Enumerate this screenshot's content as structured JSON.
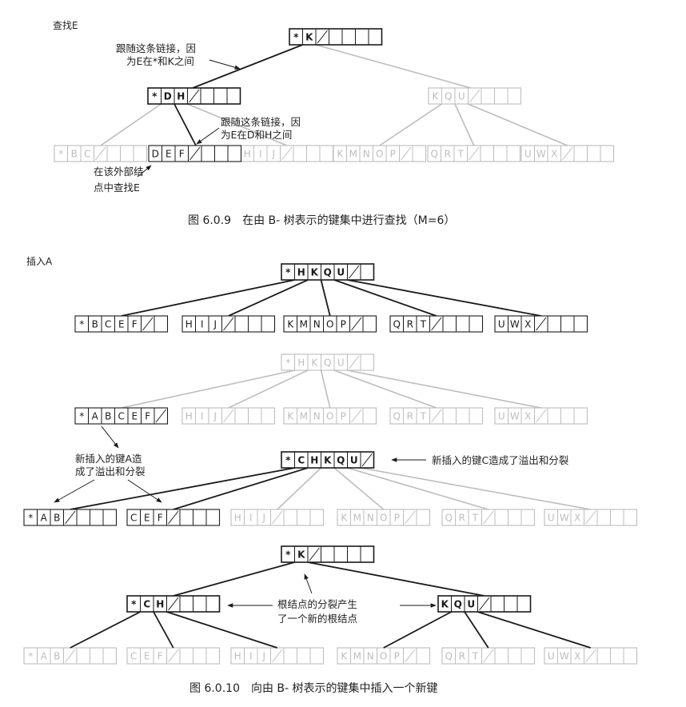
{
  "fig1": {
    "heading": "查找E",
    "caption": "图 6.0.9　在由 B- 树表示的键集中进行查找（M=6）",
    "annotations": {
      "follow_root": [
        "跟随这条链接，因",
        "为E在*和K之间"
      ],
      "follow_dh": [
        "跟随这条链接，因",
        "为E在D和H之间"
      ],
      "external": [
        "在该外部结",
        "点中查找E"
      ]
    },
    "nodes": {
      "root": {
        "keys": [
          "*",
          "K"
        ],
        "bold": true,
        "faded": false
      },
      "dh": {
        "keys": [
          "*",
          "D",
          "H"
        ],
        "bold": true,
        "faded": false
      },
      "kqu": {
        "keys": [
          "K",
          "Q",
          "U"
        ],
        "bold": false,
        "faded": true
      },
      "bc": {
        "keys": [
          "*",
          "B",
          "C"
        ],
        "bold": false,
        "faded": true
      },
      "def": {
        "keys": [
          "D",
          "E",
          "F"
        ],
        "bold": false,
        "faded": false
      },
      "hij": {
        "keys": [
          "H",
          "I",
          "J"
        ],
        "bold": false,
        "faded": true
      },
      "kmnop": {
        "keys": [
          "K",
          "M",
          "N",
          "O",
          "P"
        ],
        "bold": false,
        "faded": true
      },
      "qrt": {
        "keys": [
          "Q",
          "R",
          "T"
        ],
        "bold": false,
        "faded": true
      },
      "uwx": {
        "keys": [
          "U",
          "W",
          "X"
        ],
        "bold": false,
        "faded": true
      }
    }
  },
  "fig2": {
    "heading": "插入A",
    "caption": "图 6.0.10　向由 B- 树表示的键集中插入一个新键",
    "annotations": {
      "new_key": [
        "新插入的键A造",
        "成了溢出和分裂"
      ],
      "new_key_c": "新插入的键C造成了溢出和分裂",
      "root_split": [
        "根结点的分裂产生",
        "了一个新的根结点"
      ]
    },
    "stage1": {
      "root": {
        "keys": [
          "*",
          "H",
          "K",
          "Q",
          "U"
        ],
        "bold": true,
        "faded": false
      },
      "leaves": [
        {
          "keys": [
            "*",
            "B",
            "C",
            "E",
            "F"
          ],
          "bold": false,
          "faded": false
        },
        {
          "keys": [
            "H",
            "I",
            "J"
          ],
          "bold": false,
          "faded": false
        },
        {
          "keys": [
            "K",
            "M",
            "N",
            "O",
            "P"
          ],
          "bold": false,
          "faded": false
        },
        {
          "keys": [
            "Q",
            "R",
            "T"
          ],
          "bold": false,
          "faded": false
        },
        {
          "keys": [
            "U",
            "W",
            "X"
          ],
          "bold": false,
          "faded": false
        }
      ]
    },
    "stage2": {
      "root": {
        "keys": [
          "*",
          "H",
          "K",
          "Q",
          "U"
        ],
        "bold": false,
        "faded": true
      },
      "leaves": [
        {
          "keys": [
            "*",
            "A",
            "B",
            "C",
            "E",
            "F"
          ],
          "bold": false,
          "faded": false
        },
        {
          "keys": [
            "H",
            "I",
            "J"
          ],
          "bold": false,
          "faded": true
        },
        {
          "keys": [
            "K",
            "M",
            "N",
            "O",
            "P"
          ],
          "bold": false,
          "faded": true
        },
        {
          "keys": [
            "Q",
            "R",
            "T"
          ],
          "bold": false,
          "faded": true
        },
        {
          "keys": [
            "U",
            "W",
            "X"
          ],
          "bold": false,
          "faded": true
        }
      ]
    },
    "stage3": {
      "root": {
        "keys": [
          "*",
          "C",
          "H",
          "K",
          "Q",
          "U"
        ],
        "bold": true,
        "faded": false
      },
      "leaves": [
        {
          "keys": [
            "*",
            "A",
            "B"
          ],
          "bold": false,
          "faded": false
        },
        {
          "keys": [
            "C",
            "E",
            "F"
          ],
          "bold": false,
          "faded": false
        },
        {
          "keys": [
            "H",
            "I",
            "J"
          ],
          "bold": false,
          "faded": true
        },
        {
          "keys": [
            "K",
            "M",
            "N",
            "O",
            "P"
          ],
          "bold": false,
          "faded": true
        },
        {
          "keys": [
            "Q",
            "R",
            "T"
          ],
          "bold": false,
          "faded": true
        },
        {
          "keys": [
            "U",
            "W",
            "X"
          ],
          "bold": false,
          "faded": true
        }
      ]
    },
    "stage4": {
      "root": {
        "keys": [
          "*",
          "K"
        ],
        "bold": true,
        "faded": false
      },
      "mids": [
        {
          "keys": [
            "*",
            "C",
            "H"
          ],
          "bold": true,
          "faded": false
        },
        {
          "keys": [
            "K",
            "Q",
            "U"
          ],
          "bold": true,
          "faded": false
        }
      ],
      "leaves": [
        {
          "keys": [
            "*",
            "A",
            "B"
          ],
          "bold": false,
          "faded": true
        },
        {
          "keys": [
            "C",
            "E",
            "F"
          ],
          "bold": false,
          "faded": true
        },
        {
          "keys": [
            "H",
            "I",
            "J"
          ],
          "bold": false,
          "faded": true
        },
        {
          "keys": [
            "K",
            "M",
            "N",
            "O",
            "P"
          ],
          "bold": false,
          "faded": true
        },
        {
          "keys": [
            "Q",
            "R",
            "T"
          ],
          "bold": false,
          "faded": true
        },
        {
          "keys": [
            "U",
            "W",
            "X"
          ],
          "bold": false,
          "faded": true
        }
      ]
    }
  },
  "colors": {
    "ink": "#1a1a1a",
    "faded": "#bdbdbd"
  }
}
